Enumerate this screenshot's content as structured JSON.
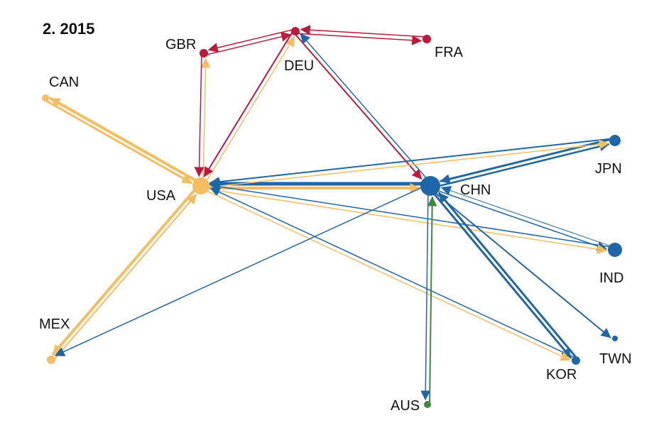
{
  "title": "2. 2015",
  "colors": {
    "orange": "#f6bd60",
    "blue": "#1f66a8",
    "red": "#c0183a",
    "green": "#3f8a3a"
  },
  "nodes": [
    {
      "id": "USA",
      "label": "USA",
      "color": "orange"
    },
    {
      "id": "CAN",
      "label": "CAN",
      "color": "orange"
    },
    {
      "id": "MEX",
      "label": "MEX",
      "color": "orange"
    },
    {
      "id": "GBR",
      "label": "GBR",
      "color": "red"
    },
    {
      "id": "DEU",
      "label": "DEU",
      "color": "red"
    },
    {
      "id": "FRA",
      "label": "FRA",
      "color": "red"
    },
    {
      "id": "CHN",
      "label": "CHN",
      "color": "blue"
    },
    {
      "id": "JPN",
      "label": "JPN",
      "color": "blue"
    },
    {
      "id": "IND",
      "label": "IND",
      "color": "blue"
    },
    {
      "id": "TWN",
      "label": "TWN",
      "color": "blue"
    },
    {
      "id": "KOR",
      "label": "KOR",
      "color": "blue"
    },
    {
      "id": "AUS",
      "label": "AUS",
      "color": "green"
    }
  ],
  "edges": [
    {
      "from": "CHN",
      "to": "USA",
      "color": "blue",
      "weight": 5
    },
    {
      "from": "USA",
      "to": "CHN",
      "color": "orange",
      "weight": 4
    },
    {
      "from": "USA",
      "to": "CAN",
      "color": "orange",
      "weight": 4
    },
    {
      "from": "CAN",
      "to": "USA",
      "color": "orange",
      "weight": 3
    },
    {
      "from": "USA",
      "to": "MEX",
      "color": "orange",
      "weight": 4
    },
    {
      "from": "MEX",
      "to": "USA",
      "color": "orange",
      "weight": 2
    },
    {
      "from": "USA",
      "to": "GBR",
      "color": "orange",
      "weight": 1.5
    },
    {
      "from": "GBR",
      "to": "USA",
      "color": "red",
      "weight": 1.5
    },
    {
      "from": "USA",
      "to": "DEU",
      "color": "orange",
      "weight": 1.5
    },
    {
      "from": "DEU",
      "to": "USA",
      "color": "red",
      "weight": 2
    },
    {
      "from": "DEU",
      "to": "CHN",
      "color": "red",
      "weight": 2
    },
    {
      "from": "CHN",
      "to": "DEU",
      "color": "blue",
      "weight": 1.5
    },
    {
      "from": "GBR",
      "to": "DEU",
      "color": "red",
      "weight": 1.5
    },
    {
      "from": "DEU",
      "to": "GBR",
      "color": "red",
      "weight": 1.5
    },
    {
      "from": "FRA",
      "to": "DEU",
      "color": "red",
      "weight": 1.5
    },
    {
      "from": "DEU",
      "to": "FRA",
      "color": "red",
      "weight": 1.5
    },
    {
      "from": "CHN",
      "to": "JPN",
      "color": "blue",
      "weight": 2.5
    },
    {
      "from": "JPN",
      "to": "CHN",
      "color": "blue",
      "weight": 3
    },
    {
      "from": "JPN",
      "to": "USA",
      "color": "blue",
      "weight": 2
    },
    {
      "from": "USA",
      "to": "JPN",
      "color": "orange",
      "weight": 1.5
    },
    {
      "from": "CHN",
      "to": "IND",
      "color": "blue",
      "weight": 1.5
    },
    {
      "from": "IND",
      "to": "CHN",
      "color": "blue",
      "weight": 1
    },
    {
      "from": "IND",
      "to": "USA",
      "color": "blue",
      "weight": 1.5
    },
    {
      "from": "USA",
      "to": "IND",
      "color": "orange",
      "weight": 1.5
    },
    {
      "from": "CHN",
      "to": "TWN",
      "color": "blue",
      "weight": 2
    },
    {
      "from": "CHN",
      "to": "KOR",
      "color": "blue",
      "weight": 3
    },
    {
      "from": "KOR",
      "to": "CHN",
      "color": "blue",
      "weight": 3
    },
    {
      "from": "KOR",
      "to": "USA",
      "color": "blue",
      "weight": 1.5
    },
    {
      "from": "USA",
      "to": "KOR",
      "color": "orange",
      "weight": 1.5
    },
    {
      "from": "CHN",
      "to": "MEX",
      "color": "blue",
      "weight": 1.5
    },
    {
      "from": "CHN",
      "to": "AUS",
      "color": "blue",
      "weight": 1.5
    },
    {
      "from": "AUS",
      "to": "CHN",
      "color": "green",
      "weight": 2
    }
  ]
}
